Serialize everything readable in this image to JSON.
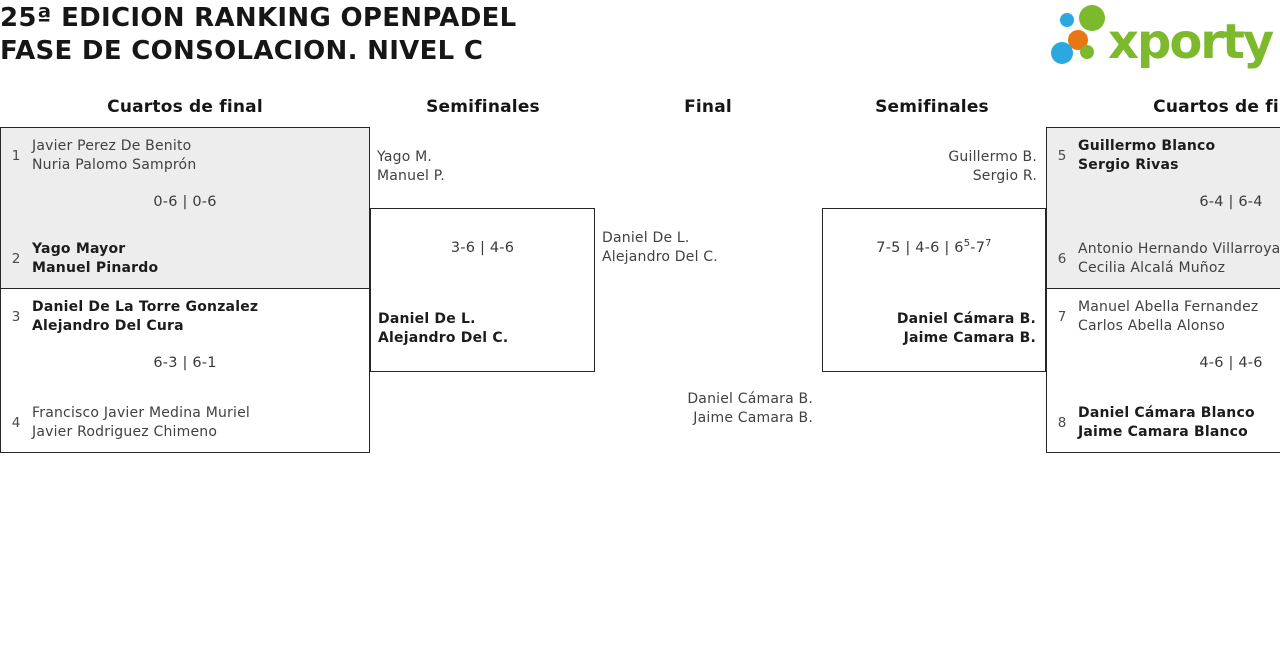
{
  "title": {
    "line1": "25ª EDICION RANKING OPENPADEL",
    "line2": "FASE DE CONSOLACION. NIVEL C"
  },
  "logo": {
    "brand": "xporty",
    "green": "#7cb92c",
    "blue": "#2aa9e0",
    "orange": "#e87614"
  },
  "columns": {
    "c1": "Cuartos de final",
    "c2": "Semifinales",
    "c3": "Final",
    "c4": "Semifinales",
    "c5": "Cuartos de final"
  },
  "bracket": {
    "qf_left_top": {
      "seed_top": "1",
      "team_top_1": "Javier Perez De Benito",
      "team_top_2": "Nuria Palomo Samprón",
      "score": "0-6 | 0-6",
      "seed_bottom": "2",
      "team_bottom_1": "Yago Mayor",
      "team_bottom_2": "Manuel Pinardo"
    },
    "qf_left_bottom": {
      "seed_top": "3",
      "team_top_1": "Daniel De La Torre Gonzalez",
      "team_top_2": "Alejandro Del Cura",
      "score": "6-3 | 6-1",
      "seed_bottom": "4",
      "team_bottom_1": "Francisco Javier Medina Muriel",
      "team_bottom_2": "Javier Rodriguez Chimeno"
    },
    "sf_left": {
      "entrant_top_1": "Yago M.",
      "entrant_top_2": "Manuel P.",
      "score": "3-6 | 4-6",
      "winner_1": "Daniel De L.",
      "winner_2": "Alejandro Del C."
    },
    "final": {
      "finalist_top_1": "Daniel De L.",
      "finalist_top_2": "Alejandro Del C.",
      "finalist_bottom_1": "Daniel Cámara B.",
      "finalist_bottom_2": "Jaime Camara B."
    },
    "sf_right": {
      "entrant_top_1": "Guillermo B.",
      "entrant_top_2": "Sergio R.",
      "score_a": "7-5 | 4-6 | 6",
      "score_a_sup": "5",
      "score_b": "-7",
      "score_b_sup": "7",
      "winner_1": "Daniel Cámara B.",
      "winner_2": "Jaime Camara B."
    },
    "qf_right_top": {
      "seed_top": "5",
      "team_top_1": "Guillermo Blanco",
      "team_top_2": "Sergio Rivas",
      "score": "6-4 | 6-4",
      "seed_bottom": "6",
      "team_bottom_1": "Antonio Hernando Villarroya",
      "team_bottom_2": "Cecilia Alcalá Muñoz"
    },
    "qf_right_bottom": {
      "seed_top": "7",
      "team_top_1": "Manuel Abella Fernandez",
      "team_top_2": "Carlos Abella Alonso",
      "score": "4-6 | 4-6",
      "seed_bottom": "8",
      "team_bottom_1": "Daniel Cámara Blanco",
      "team_bottom_2": "Jaime Camara Blanco"
    }
  }
}
